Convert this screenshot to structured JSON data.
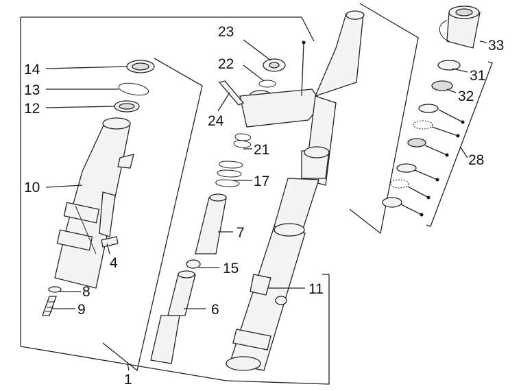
{
  "diagram": {
    "callouts": [
      {
        "id": "14",
        "label": "14"
      },
      {
        "id": "13",
        "label": "13"
      },
      {
        "id": "12",
        "label": "12"
      },
      {
        "id": "10",
        "label": "10"
      },
      {
        "id": "4",
        "label": "4"
      },
      {
        "id": "8",
        "label": "8"
      },
      {
        "id": "9",
        "label": "9"
      },
      {
        "id": "1",
        "label": "1"
      },
      {
        "id": "23",
        "label": "23"
      },
      {
        "id": "22",
        "label": "22"
      },
      {
        "id": "24",
        "label": "24"
      },
      {
        "id": "21",
        "label": "21"
      },
      {
        "id": "17",
        "label": "17"
      },
      {
        "id": "7",
        "label": "7"
      },
      {
        "id": "15",
        "label": "15"
      },
      {
        "id": "6",
        "label": "6"
      },
      {
        "id": "11",
        "label": "11"
      },
      {
        "id": "33",
        "label": "33"
      },
      {
        "id": "31",
        "label": "31"
      },
      {
        "id": "32",
        "label": "32"
      },
      {
        "id": "28",
        "label": "28"
      }
    ]
  }
}
